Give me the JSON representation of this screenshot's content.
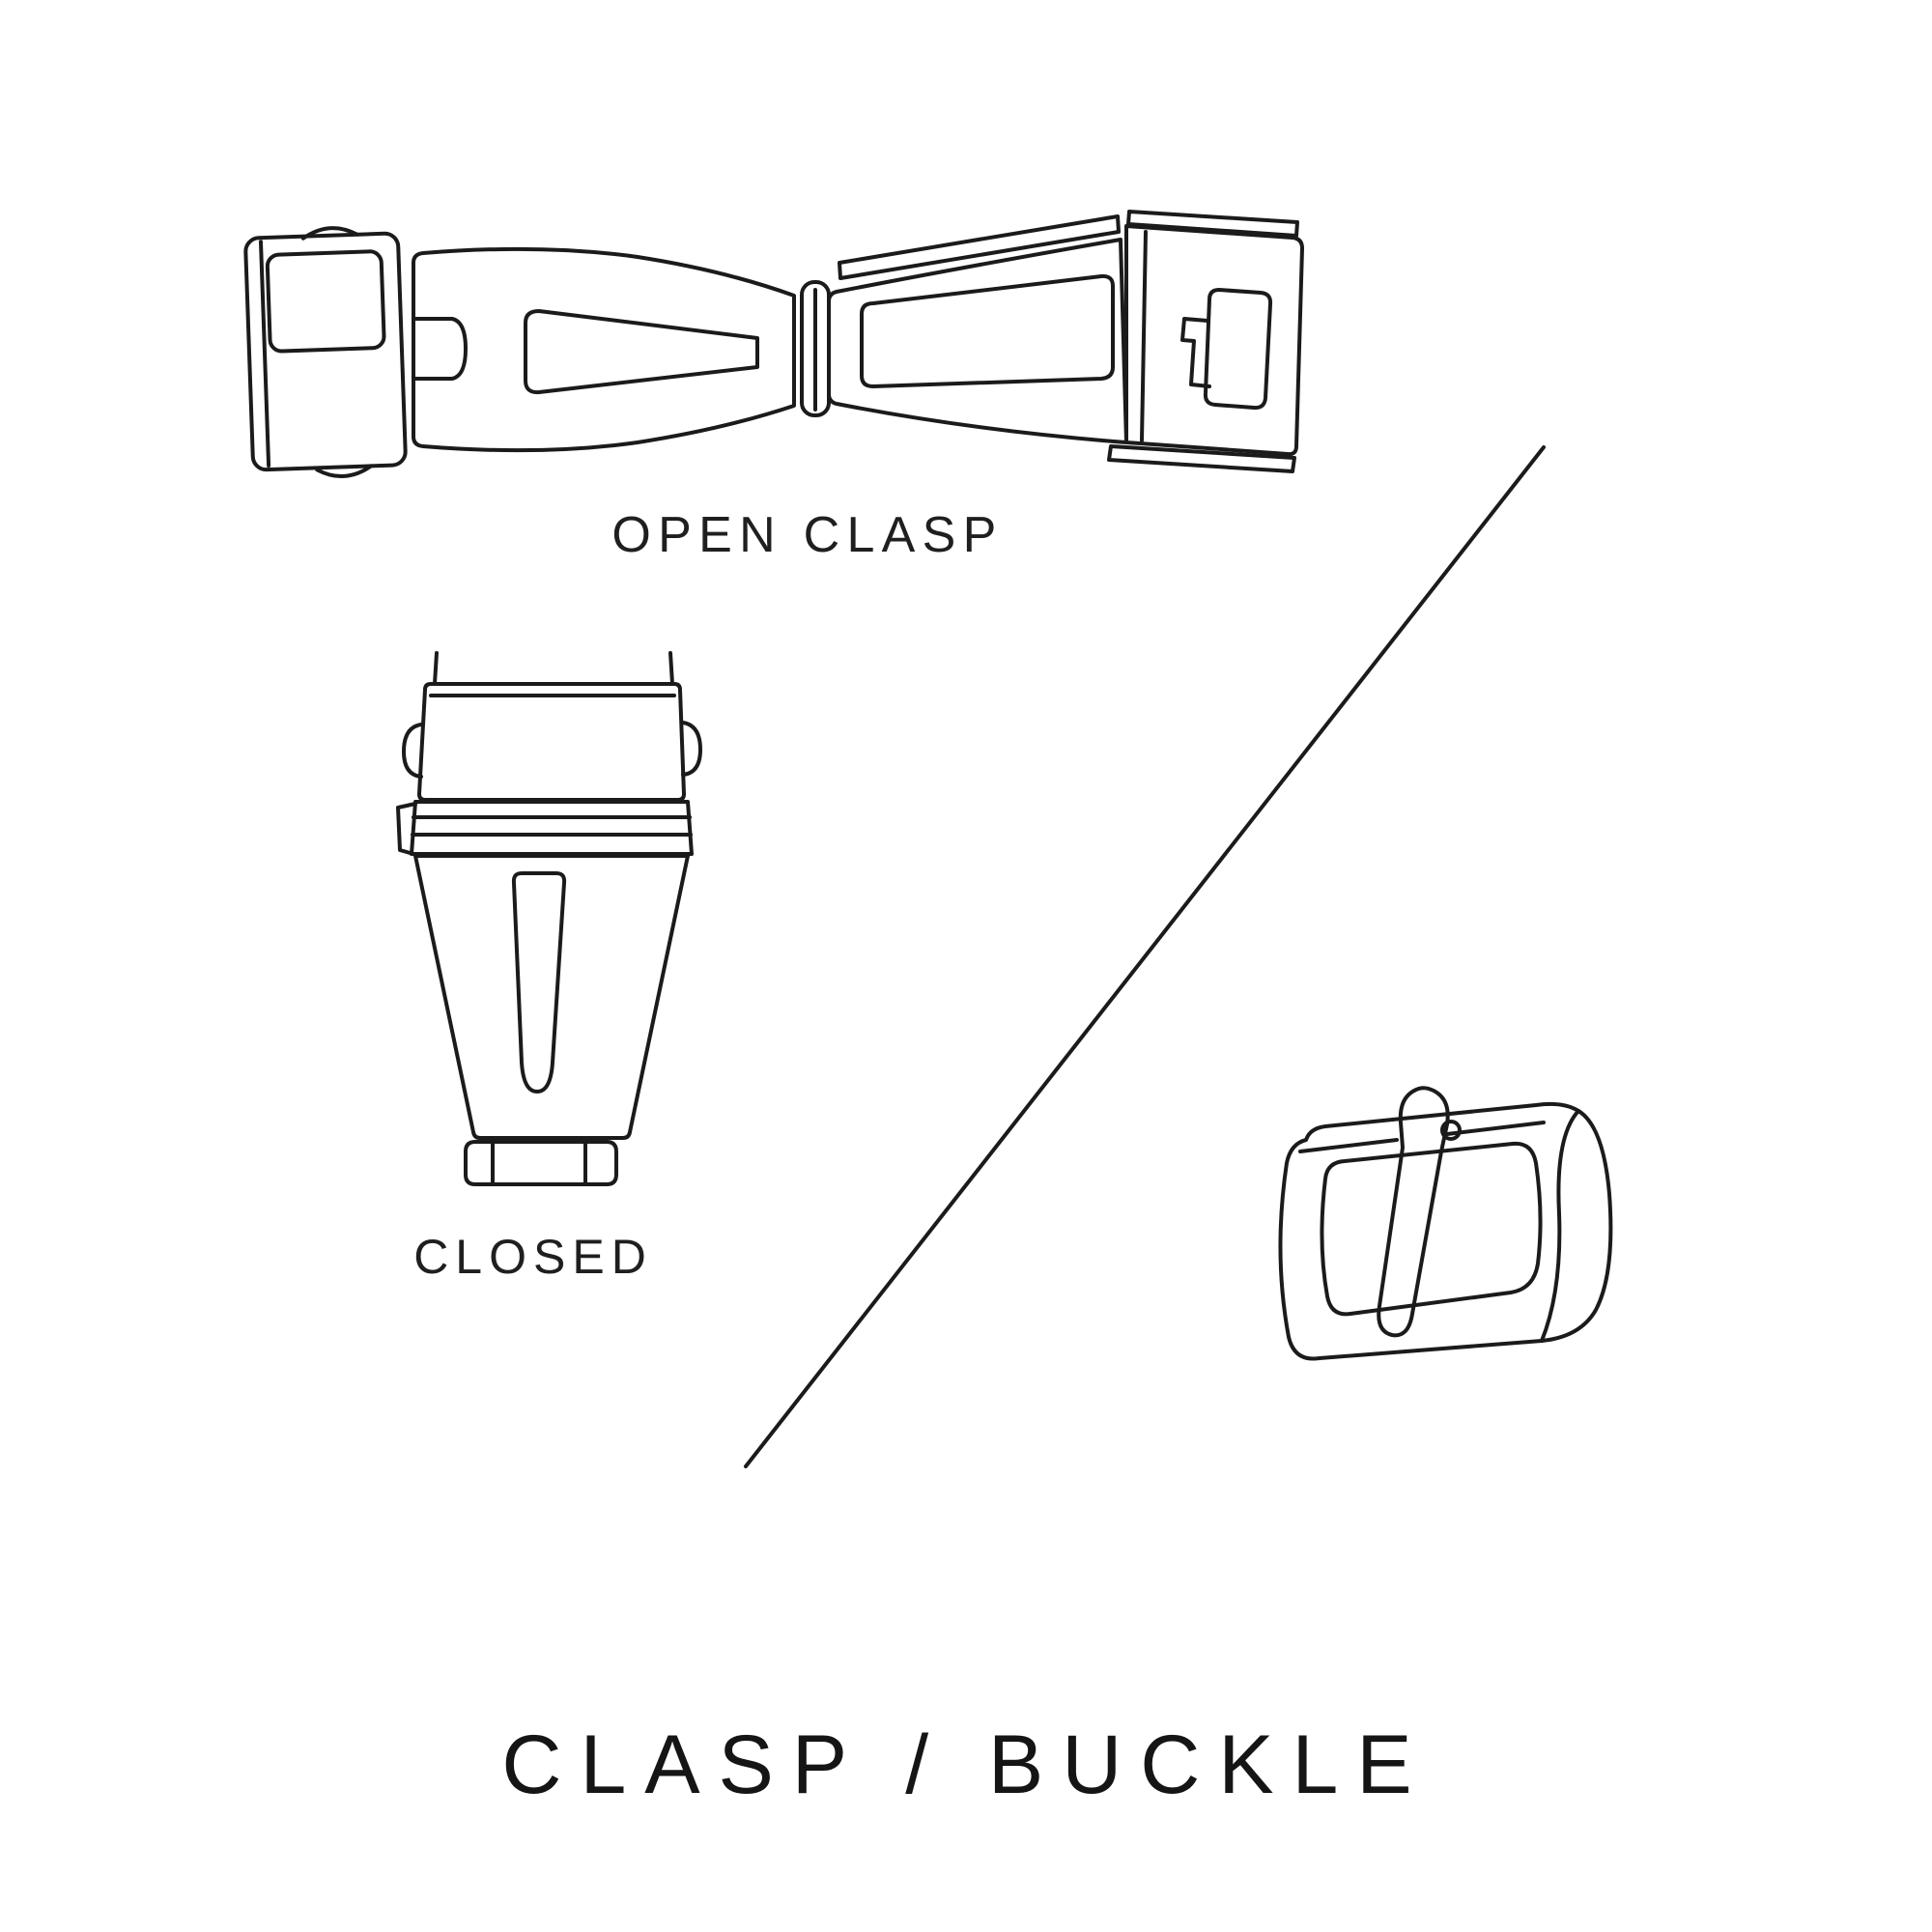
{
  "style": {
    "background": "#ffffff",
    "line_color": "#1b1b1b",
    "text_color": "#1f1f1f"
  },
  "labels": {
    "open_clasp": "OPEN CLASP",
    "closed": "CLOSED",
    "title": "CLASP / BUCKLE"
  },
  "diagram": {
    "type": "watch-strap-hardware-guide",
    "items": [
      {
        "name": "open-clasp",
        "caption": "OPEN CLASP",
        "description": "deployant clasp shown opened flat, top view"
      },
      {
        "name": "closed-clasp",
        "caption": "CLOSED",
        "description": "deployant clasp shown folded closed, front view"
      },
      {
        "name": "buckle",
        "caption": "",
        "description": "tang buckle with prong, perspective view"
      }
    ],
    "divider": "diagonal line separating clasp illustrations from buckle illustration"
  }
}
